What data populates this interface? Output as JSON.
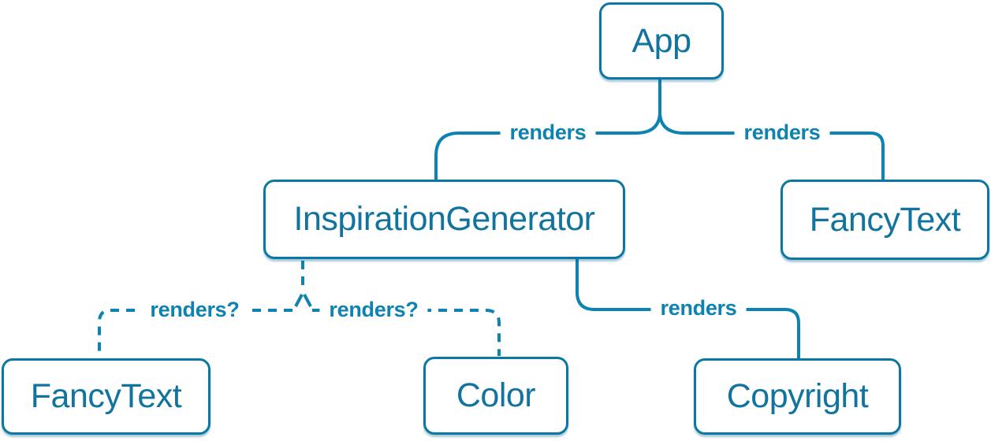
{
  "diagram": {
    "title": "react-render-tree"
  },
  "colors": {
    "canvas_bg": "#ffffff",
    "node_fill": "#ffffff",
    "border": "#0d77a4",
    "node_text": "#11749e",
    "line": "#0e82b0",
    "label_text": "#0e82b0"
  },
  "nodes": [
    {
      "id": "app",
      "label": "App"
    },
    {
      "id": "inspiration-generator",
      "label": "InspirationGenerator"
    },
    {
      "id": "fancy-text-top",
      "label": "FancyText"
    },
    {
      "id": "fancy-text-bottom",
      "label": "FancyText"
    },
    {
      "id": "color",
      "label": "Color"
    },
    {
      "id": "copyright",
      "label": "Copyright"
    }
  ],
  "edges": [
    {
      "from": "App",
      "to": "InspirationGenerator",
      "label": "renders",
      "style": "solid"
    },
    {
      "from": "App",
      "to": "FancyText",
      "label": "renders",
      "style": "solid"
    },
    {
      "from": "InspirationGenerator",
      "to": "Copyright",
      "label": "renders",
      "style": "solid"
    },
    {
      "from": "InspirationGenerator",
      "to": "FancyText",
      "label": "renders?",
      "style": "dashed"
    },
    {
      "from": "InspirationGenerator",
      "to": "Color",
      "label": "renders?",
      "style": "dashed"
    }
  ]
}
